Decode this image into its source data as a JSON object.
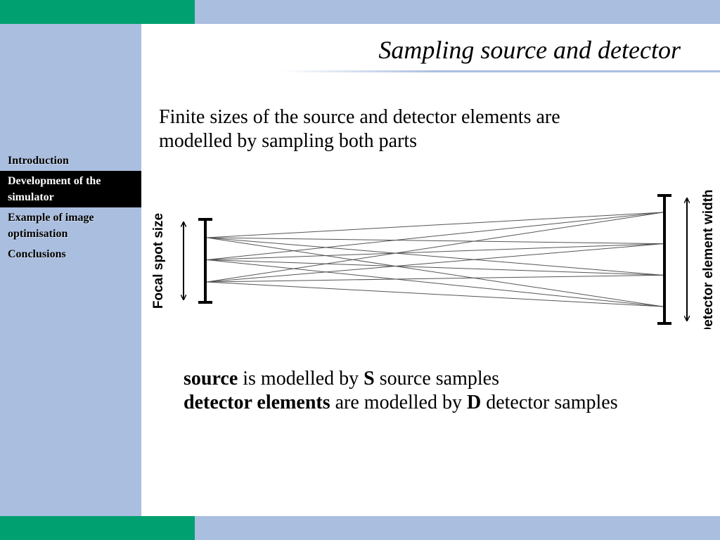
{
  "colors": {
    "green": "#00a070",
    "blue": "#aabedf",
    "active_bg": "#000000",
    "rule": "#aabedf"
  },
  "title": "Sampling source and detector",
  "nav": {
    "items": [
      {
        "label": "Introduction",
        "active": false
      },
      {
        "label": "Development of the simulator",
        "active": true
      },
      {
        "label": "Example of image optimisation",
        "active": false
      },
      {
        "label": "Conclusions",
        "active": false
      }
    ]
  },
  "intro": {
    "line1": "Finite sizes of the source and detector elements are",
    "line2": "modelled by sampling both parts"
  },
  "diagram": {
    "source_label": "Focal spot size",
    "detector_label": "Detector element width",
    "source_samples": 3,
    "detector_samples": 4
  },
  "captions": {
    "line1_bold": "source",
    "line1_a": " is modelled by ",
    "line1_var": "S",
    "line1_b": " source samples",
    "line2_bold": "detector elements",
    "line2_a": " are modelled by ",
    "line2_var": "D",
    "line2_b": " detector samples"
  }
}
